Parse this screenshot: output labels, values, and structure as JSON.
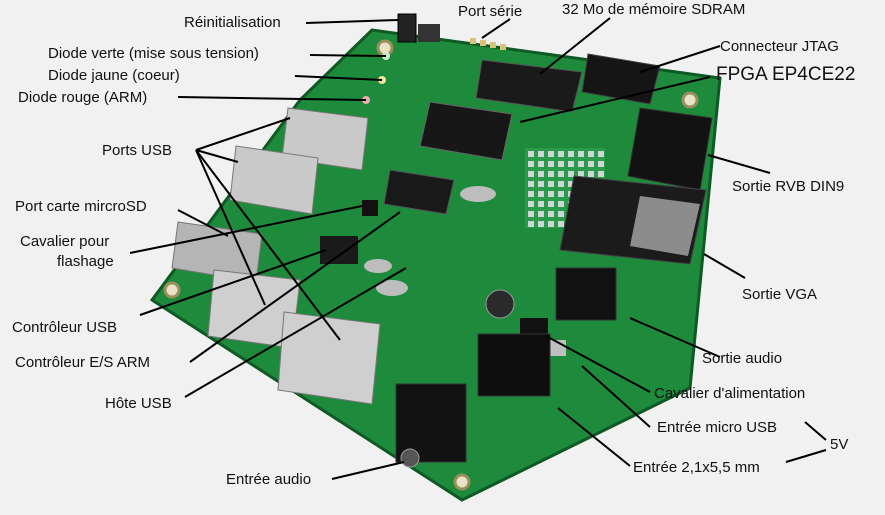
{
  "labels": {
    "reset": "Réinitialisation",
    "serial_port": "Port série",
    "sdram": "32 Mo de mémoire SDRAM",
    "green_led": "Diode verte (mise sous tension)",
    "jtag": "Connecteur JTAG",
    "yellow_led": "Diode jaune (coeur)",
    "fpga": "FPGA EP4CE22",
    "red_led": "Diode rouge (ARM)",
    "usb_ports": "Ports USB",
    "rgb_out": "Sortie RVB DIN9",
    "microsd": "Port carte mircroSD",
    "flash_jumper_1": "Cavalier pour",
    "flash_jumper_2": "flashage",
    "vga_out": "Sortie VGA",
    "usb_controller": "Contrôleur USB",
    "audio_out": "Sortie audio",
    "arm_io_controller": "Contrôleur E/S ARM",
    "power_jumper": "Cavalier d'alimentation",
    "usb_host": "Hôte USB",
    "micro_usb_in": "Entrée micro USB",
    "five_volt": "5V",
    "audio_in": "Entrée audio",
    "dc_in": "Entrée 2,1x5,5 mm"
  }
}
